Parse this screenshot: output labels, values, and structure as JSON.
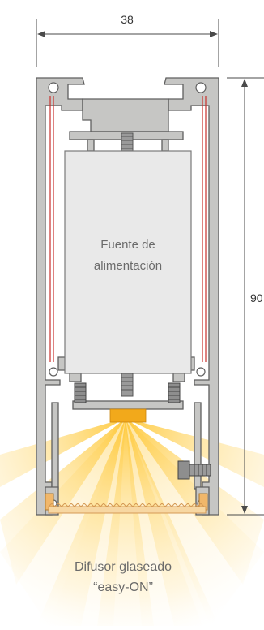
{
  "dimensions": {
    "width_label": "38",
    "height_label": "90"
  },
  "labels": {
    "power_supply_line1": "Fuente de",
    "power_supply_line2": "alimentación",
    "diffuser_line1": "Difusor glaseado",
    "diffuser_line2": "“easy-ON”"
  },
  "colors": {
    "profile_fill": "#c6c6c4",
    "profile_stroke": "#5f5f5f",
    "dimension_line": "#4a4a4a",
    "power_supply_fill": "#e9e9e9",
    "led_chip": "#f2a91b",
    "light_glow": "#ffd870",
    "inner_red_line": "#c9302c",
    "label_text": "#6b6b6b"
  }
}
